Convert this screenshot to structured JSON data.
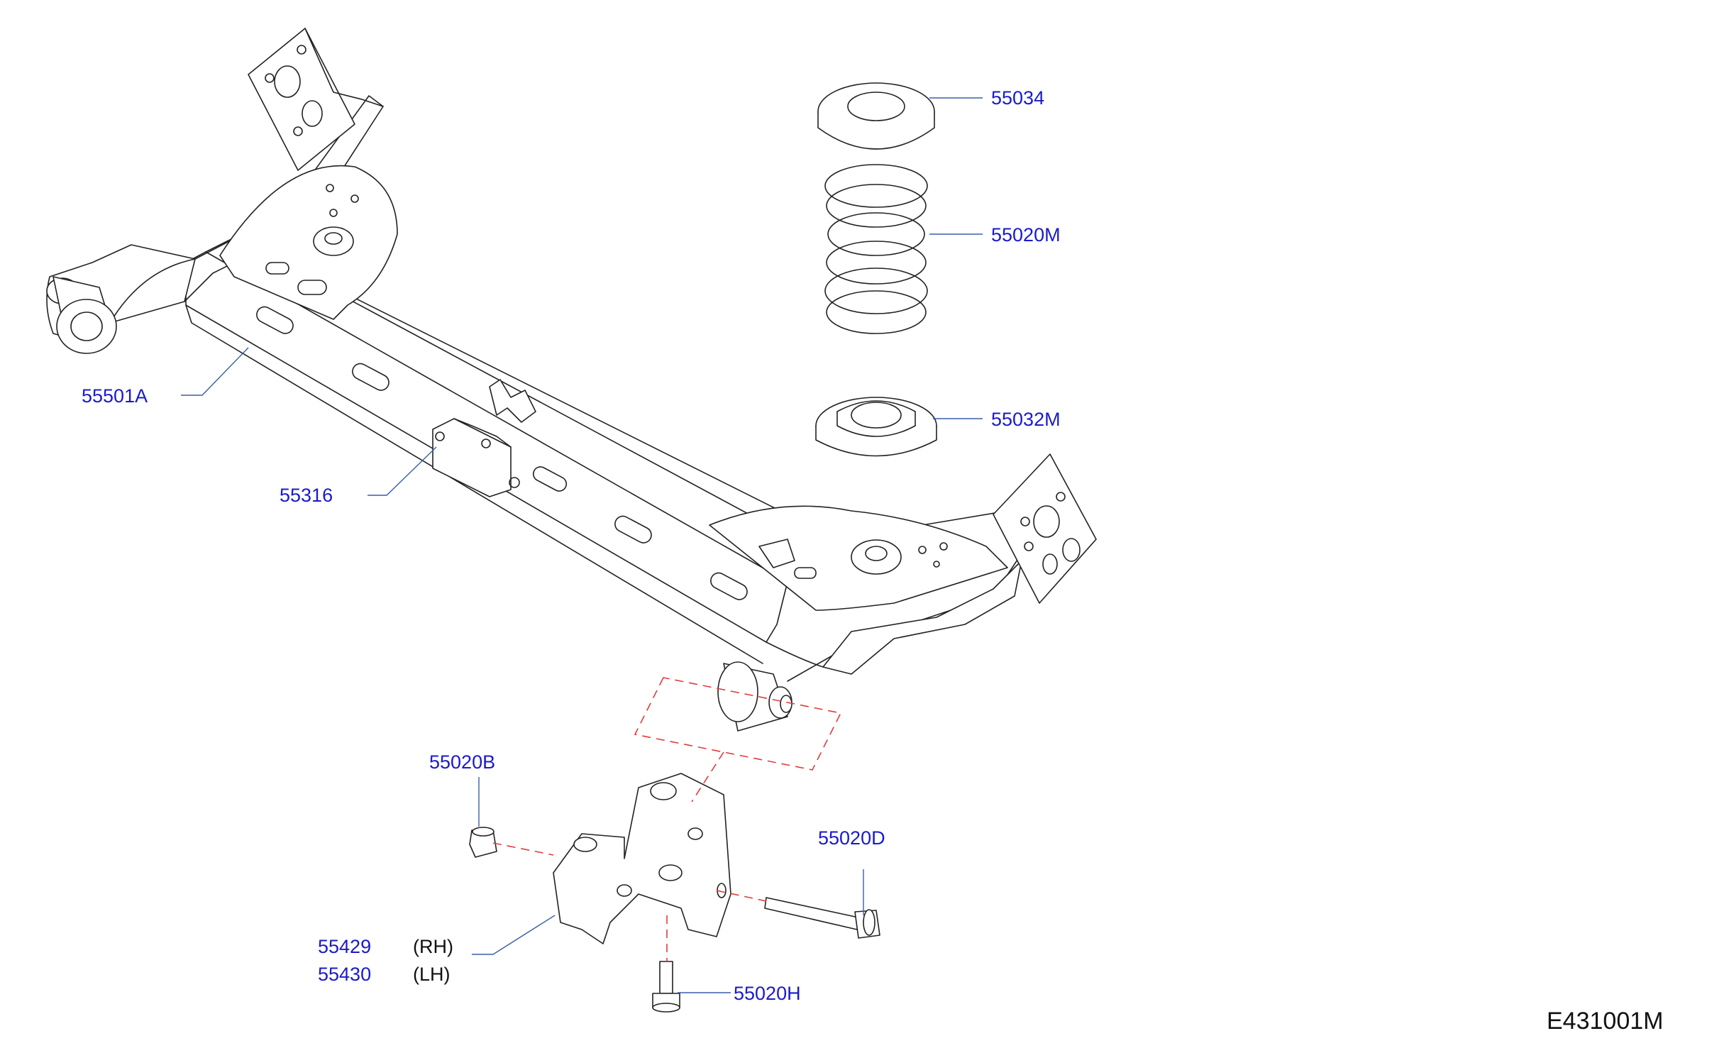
{
  "parts": [
    {
      "id": "p-55034",
      "number": "55034"
    },
    {
      "id": "p-55020M",
      "number": "55020M"
    },
    {
      "id": "p-55032M",
      "number": "55032M"
    },
    {
      "id": "p-55501A",
      "number": "55501A"
    },
    {
      "id": "p-55316",
      "number": "55316"
    },
    {
      "id": "p-55020B",
      "number": "55020B"
    },
    {
      "id": "p-55020D",
      "number": "55020D"
    },
    {
      "id": "p-55429",
      "number": "55429",
      "side": "(RH)"
    },
    {
      "id": "p-55430",
      "number": "55430",
      "side": "(LH)"
    },
    {
      "id": "p-55020H",
      "number": "55020H"
    }
  ],
  "diagram_code": "E431001M",
  "colors": {
    "part_number": "#1a1acc",
    "leader": "#3a5fa8",
    "dashed_guide": "#e23b3b",
    "line_art": "#222222"
  }
}
